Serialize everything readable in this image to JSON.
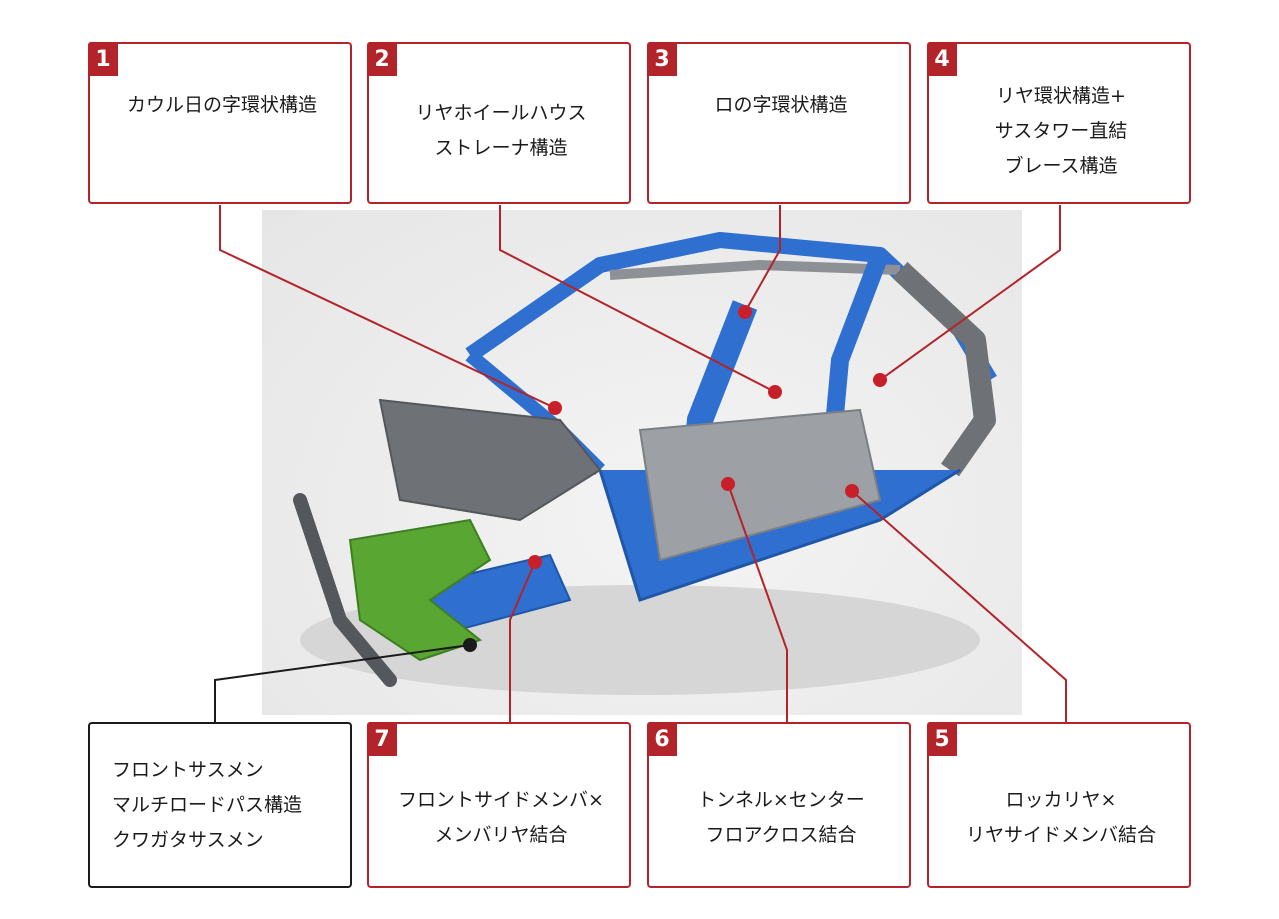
{
  "colors": {
    "accent": "#b3232a",
    "body_blue": "#2f6fd0",
    "green": "#5aa632"
  },
  "callouts": {
    "c1": {
      "number": "1",
      "lines": [
        "カウル日の字環状構造"
      ]
    },
    "c2": {
      "number": "2",
      "lines": [
        "リヤホイールハウス",
        "ストレーナ構造"
      ]
    },
    "c3": {
      "number": "3",
      "lines": [
        "ロの字環状構造"
      ]
    },
    "c4": {
      "number": "4",
      "lines": [
        "リヤ環状構造+",
        "サスタワー直結",
        "ブレース構造"
      ]
    },
    "c7": {
      "number": "7",
      "lines": [
        "フロントサイドメンバ×",
        "メンバリヤ結合"
      ]
    },
    "c6": {
      "number": "6",
      "lines": [
        "トンネル×センター",
        "フロアクロス結合"
      ]
    },
    "c5": {
      "number": "5",
      "lines": [
        "ロッカリヤ×",
        "リヤサイドメンバ結合"
      ]
    },
    "c0": {
      "lines": [
        "フロントサスメン",
        "マルチロードパス構造",
        "クワガタサスメン"
      ]
    }
  }
}
